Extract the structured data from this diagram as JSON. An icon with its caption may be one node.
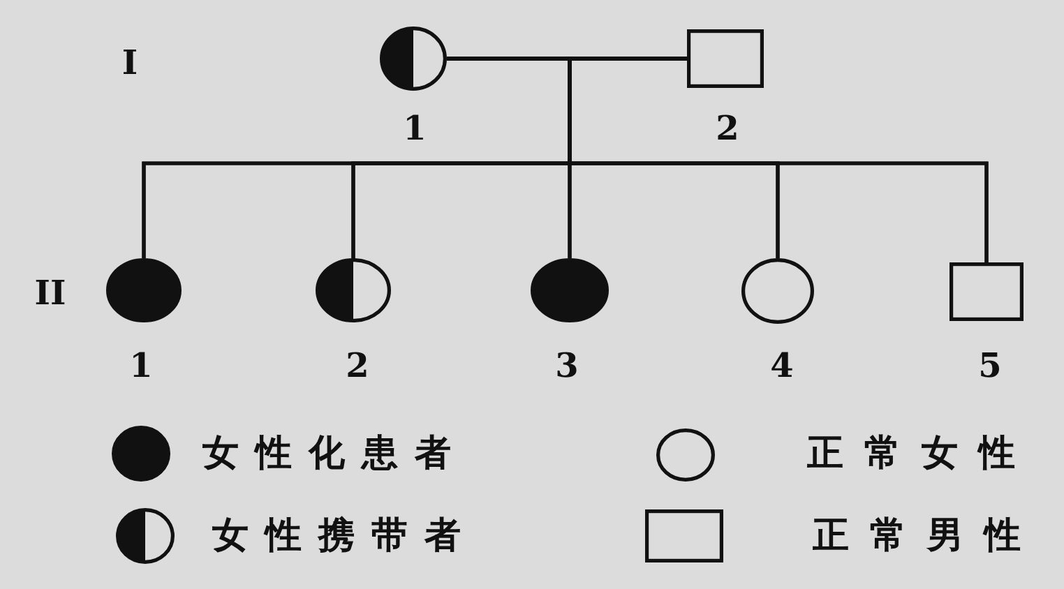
{
  "diagram": {
    "nodes": [
      {
        "text": [],
        "shape": "circle",
        "beside": [
          "1"
        ]
      },
      {
        "text": [],
        "shape": "box",
        "beside": [
          "2"
        ]
      },
      {
        "text": [],
        "shape": "circle",
        "beside": [
          "1"
        ]
      },
      {
        "text": [],
        "shape": "circle",
        "beside": [
          "2"
        ]
      },
      {
        "text": [],
        "shape": "circle",
        "beside": [
          "3"
        ]
      },
      {
        "text": [],
        "shape": "circle",
        "beside": [
          "4"
        ]
      },
      {
        "text": [],
        "shape": "box",
        "beside": [
          "5"
        ]
      }
    ],
    "edges": [
      {
        "from": 0,
        "to": 1,
        "arrow": "none"
      },
      {
        "from": 0,
        "to": 2,
        "arrow": "none"
      },
      {
        "from": 1,
        "to": 2,
        "arrow": "none"
      },
      {
        "from": 0,
        "to": 3,
        "arrow": "none"
      },
      {
        "from": 1,
        "to": 3,
        "arrow": "none"
      },
      {
        "from": 0,
        "to": 4,
        "arrow": "none"
      },
      {
        "from": 1,
        "to": 4,
        "arrow": "none"
      },
      {
        "from": 0,
        "to": 5,
        "arrow": "none"
      },
      {
        "from": 1,
        "to": 5,
        "arrow": "none"
      },
      {
        "from": 0,
        "to": 6,
        "arrow": "none"
      },
      {
        "from": 1,
        "to": 6,
        "arrow": "none"
      }
    ],
    "labels": [
      "I",
      "II"
    ],
    "legend": [
      {
        "text": "女性化患者"
      },
      {
        "text": "正常女性"
      },
      {
        "text": "女性携带者"
      },
      {
        "text": "正常男性"
      }
    ]
  }
}
